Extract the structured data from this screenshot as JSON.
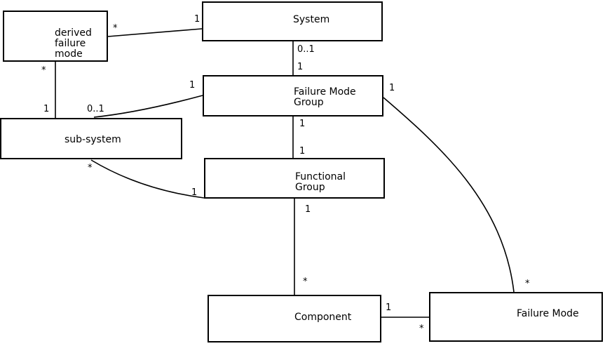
{
  "diagram": {
    "background_color": "#ffffff",
    "line_color": "#000000",
    "box_border_color": "#000000",
    "box_fill_color": "#ffffff",
    "nodes": [
      {
        "id": "derived-failure-mode",
        "label": "derived\nfailure\nmode"
      },
      {
        "id": "system",
        "label": "System"
      },
      {
        "id": "failure-mode-group",
        "label": "Failure Mode\nGroup"
      },
      {
        "id": "sub-system",
        "label": "sub-system"
      },
      {
        "id": "functional-group",
        "label": "Functional\nGroup"
      },
      {
        "id": "component",
        "label": "Component"
      },
      {
        "id": "failure-mode",
        "label": "Failure Mode"
      }
    ],
    "edges": [
      {
        "from": "derived-failure-mode",
        "to": "system",
        "from_mult": "*",
        "to_mult": "1"
      },
      {
        "from": "derived-failure-mode",
        "to": "sub-system",
        "from_mult": "*",
        "to_mult": "1"
      },
      {
        "from": "system",
        "to": "failure-mode-group",
        "from_mult": "0..1",
        "to_mult": "1"
      },
      {
        "from": "failure-mode-group",
        "to": "sub-system",
        "from_mult": "1",
        "to_mult": "0..1"
      },
      {
        "from": "sub-system",
        "to": "functional-group",
        "from_mult": "*",
        "to_mult": "1"
      },
      {
        "from": "failure-mode-group",
        "to": "functional-group",
        "from_mult": "1",
        "to_mult": "1"
      },
      {
        "from": "functional-group",
        "to": "component",
        "from_mult": "1",
        "to_mult": "*"
      },
      {
        "from": "component",
        "to": "failure-mode",
        "from_mult": "1",
        "to_mult": "*"
      },
      {
        "from": "failure-mode-group",
        "to": "failure-mode",
        "from_mult": "1",
        "to_mult": "*"
      }
    ]
  }
}
